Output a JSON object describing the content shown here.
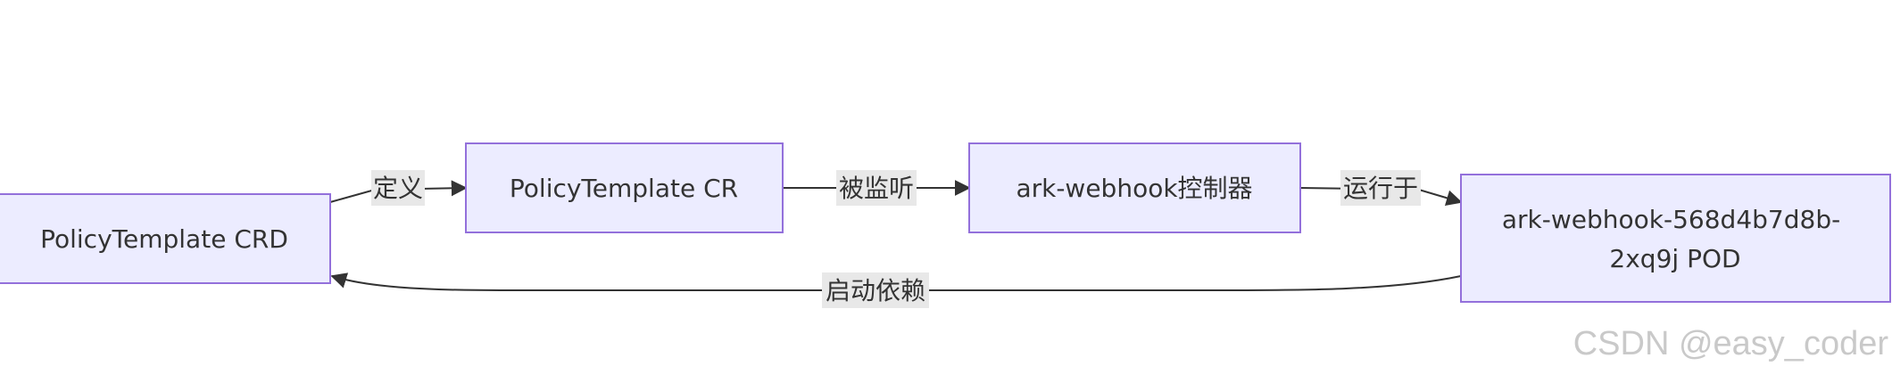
{
  "diagram": {
    "nodes": [
      {
        "id": "crd",
        "lines": [
          "PolicyTemplate CRD"
        ]
      },
      {
        "id": "cr",
        "lines": [
          "PolicyTemplate CR"
        ]
      },
      {
        "id": "controller",
        "lines": [
          "ark-webhook控制器"
        ]
      },
      {
        "id": "pod",
        "lines": [
          "ark-webhook-568d4b7d8b-",
          "2xq9j POD"
        ]
      }
    ],
    "edges": [
      {
        "id": "define",
        "from": "crd",
        "to": "cr",
        "label": "定义"
      },
      {
        "id": "watched",
        "from": "cr",
        "to": "controller",
        "label": "被监听"
      },
      {
        "id": "runs-on",
        "from": "controller",
        "to": "pod",
        "label": "运行于"
      },
      {
        "id": "startup-dep",
        "from": "pod",
        "to": "crd",
        "label": "启动依赖"
      }
    ],
    "colors": {
      "node_fill": "#ECECFF",
      "node_stroke": "#9370DB",
      "edge": "#333333",
      "label_bg": "#e8e8e8"
    }
  },
  "watermark": "CSDN @easy_coder"
}
